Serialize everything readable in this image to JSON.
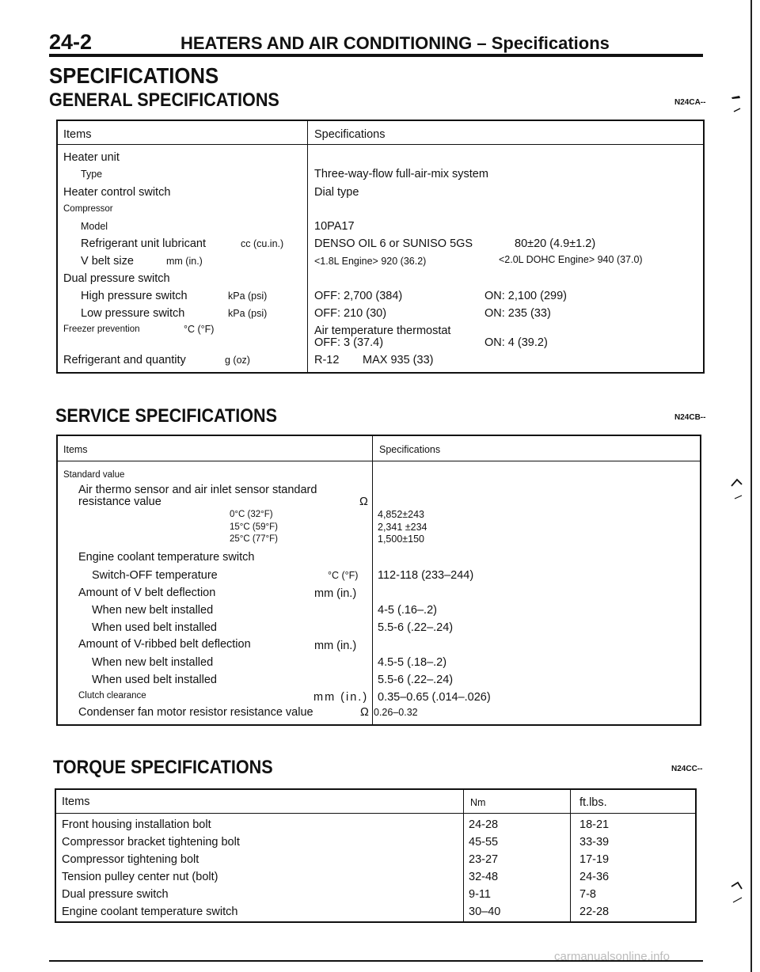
{
  "header": {
    "page_number": "24-2",
    "title": "HEATERS AND AIR CONDITIONING – Specifications"
  },
  "main_heading": "SPECIFICATIONS",
  "general": {
    "heading": "GENERAL SPECIFICATIONS",
    "code": "N24CA--",
    "col_items": "Items",
    "col_specs": "Specifications",
    "rows": [
      {
        "item": "Heater unit",
        "spec": ""
      },
      {
        "item": "Type",
        "spec": "Three-way-flow full-air-mix system"
      },
      {
        "item": "Heater control switch",
        "spec": "Dial type"
      },
      {
        "item": "Compressor",
        "spec": ""
      },
      {
        "item": "Model",
        "spec": "10PA17"
      },
      {
        "item": "Refrigerant unit lubricant",
        "unit": "cc (cu.in.)",
        "spec": "DENSO OIL 6 or SUNISO 5GS",
        "spec2": "80±20 (4.9±1.2)"
      },
      {
        "item": "V belt size",
        "unit": "mm (in.)",
        "spec": "<1.8L Engine> 920 (36.2)",
        "spec2": "<2.0L DOHC Engine> 940 (37.0)"
      },
      {
        "item": "Dual pressure switch",
        "spec": ""
      },
      {
        "item": "High pressure switch",
        "unit": "kPa (psi)",
        "spec": "OFF: 2,700 (384)",
        "spec2": "ON: 2,100 (299)"
      },
      {
        "item": "Low pressure switch",
        "unit": "kPa (psi)",
        "spec": "OFF: 210 (30)",
        "spec2": "ON: 235 (33)"
      },
      {
        "item": "Freezer prevention",
        "unit": "°C (°F)",
        "spec": "Air temperature thermostat"
      },
      {
        "spec": "OFF: 3 (37.4)",
        "spec2": "ON: 4 (39.2)"
      },
      {
        "item": "Refrigerant and quantity",
        "unit": "g (oz)",
        "spec": "R-12",
        "spec2": "MAX 935 (33)"
      }
    ]
  },
  "service": {
    "heading": "SERVICE SPECIFICATIONS",
    "code": "N24CB--",
    "col_items": "Items",
    "col_specs": "Specifications",
    "rows": [
      {
        "item": "Standard value"
      },
      {
        "item": "Air thermo sensor and air inlet sensor standard"
      },
      {
        "item": "resistance value",
        "unit": "Ω"
      },
      {
        "item": "0°C (32°F)",
        "spec": "4,852±243"
      },
      {
        "item": "15°C (59°F)",
        "spec": "2,341 ±234"
      },
      {
        "item": "25°C (77°F)",
        "spec": "1,500±150"
      },
      {
        "item": "Engine coolant temperature switch"
      },
      {
        "item": "Switch-OFF temperature",
        "unit": "°C (°F)",
        "spec": "112-118 (233–244)"
      },
      {
        "item": "Amount of V belt deflection",
        "unit": "mm (in.)"
      },
      {
        "item": "When new belt installed",
        "spec": "4-5 (.16–.2)"
      },
      {
        "item": "When used belt installed",
        "spec": "5.5-6 (.22–.24)"
      },
      {
        "item": "Amount of V-ribbed belt deflection",
        "unit": "mm (in.)"
      },
      {
        "item": "When new belt installed",
        "spec": "4.5-5 (.18–.2)"
      },
      {
        "item": "When used belt installed",
        "spec": "5.5-6 (.22–.24)"
      },
      {
        "item": "Clutch clearance",
        "unit": "mm (in.)",
        "spec": "0.35–0.65 (.014–.026)"
      },
      {
        "item": "Condenser fan motor resistor resistance value",
        "unit": "Ω",
        "spec": "0.26–0.32"
      }
    ]
  },
  "torque": {
    "heading": "TORQUE SPECIFICATIONS",
    "code": "N24CC--",
    "col_items": "Items",
    "col_nm": "Nm",
    "col_ftlbs": "ft.lbs.",
    "rows": [
      {
        "item": "Front housing installation bolt",
        "nm": "24-28",
        "ftlbs": "18-21"
      },
      {
        "item": "Compressor bracket tightening bolt",
        "nm": "45-55",
        "ftlbs": "33-39"
      },
      {
        "item": "Compressor tightening bolt",
        "nm": "23-27",
        "ftlbs": "17-19"
      },
      {
        "item": "Tension pulley center nut (bolt)",
        "nm": "32-48",
        "ftlbs": "24-36"
      },
      {
        "item": "Dual pressure switch",
        "nm": "9-11",
        "ftlbs": "7-8"
      },
      {
        "item": "Engine coolant temperature switch",
        "nm": "30–40",
        "ftlbs": "22-28"
      }
    ]
  },
  "footer": {
    "watermark": "carmanualsonline.info"
  }
}
